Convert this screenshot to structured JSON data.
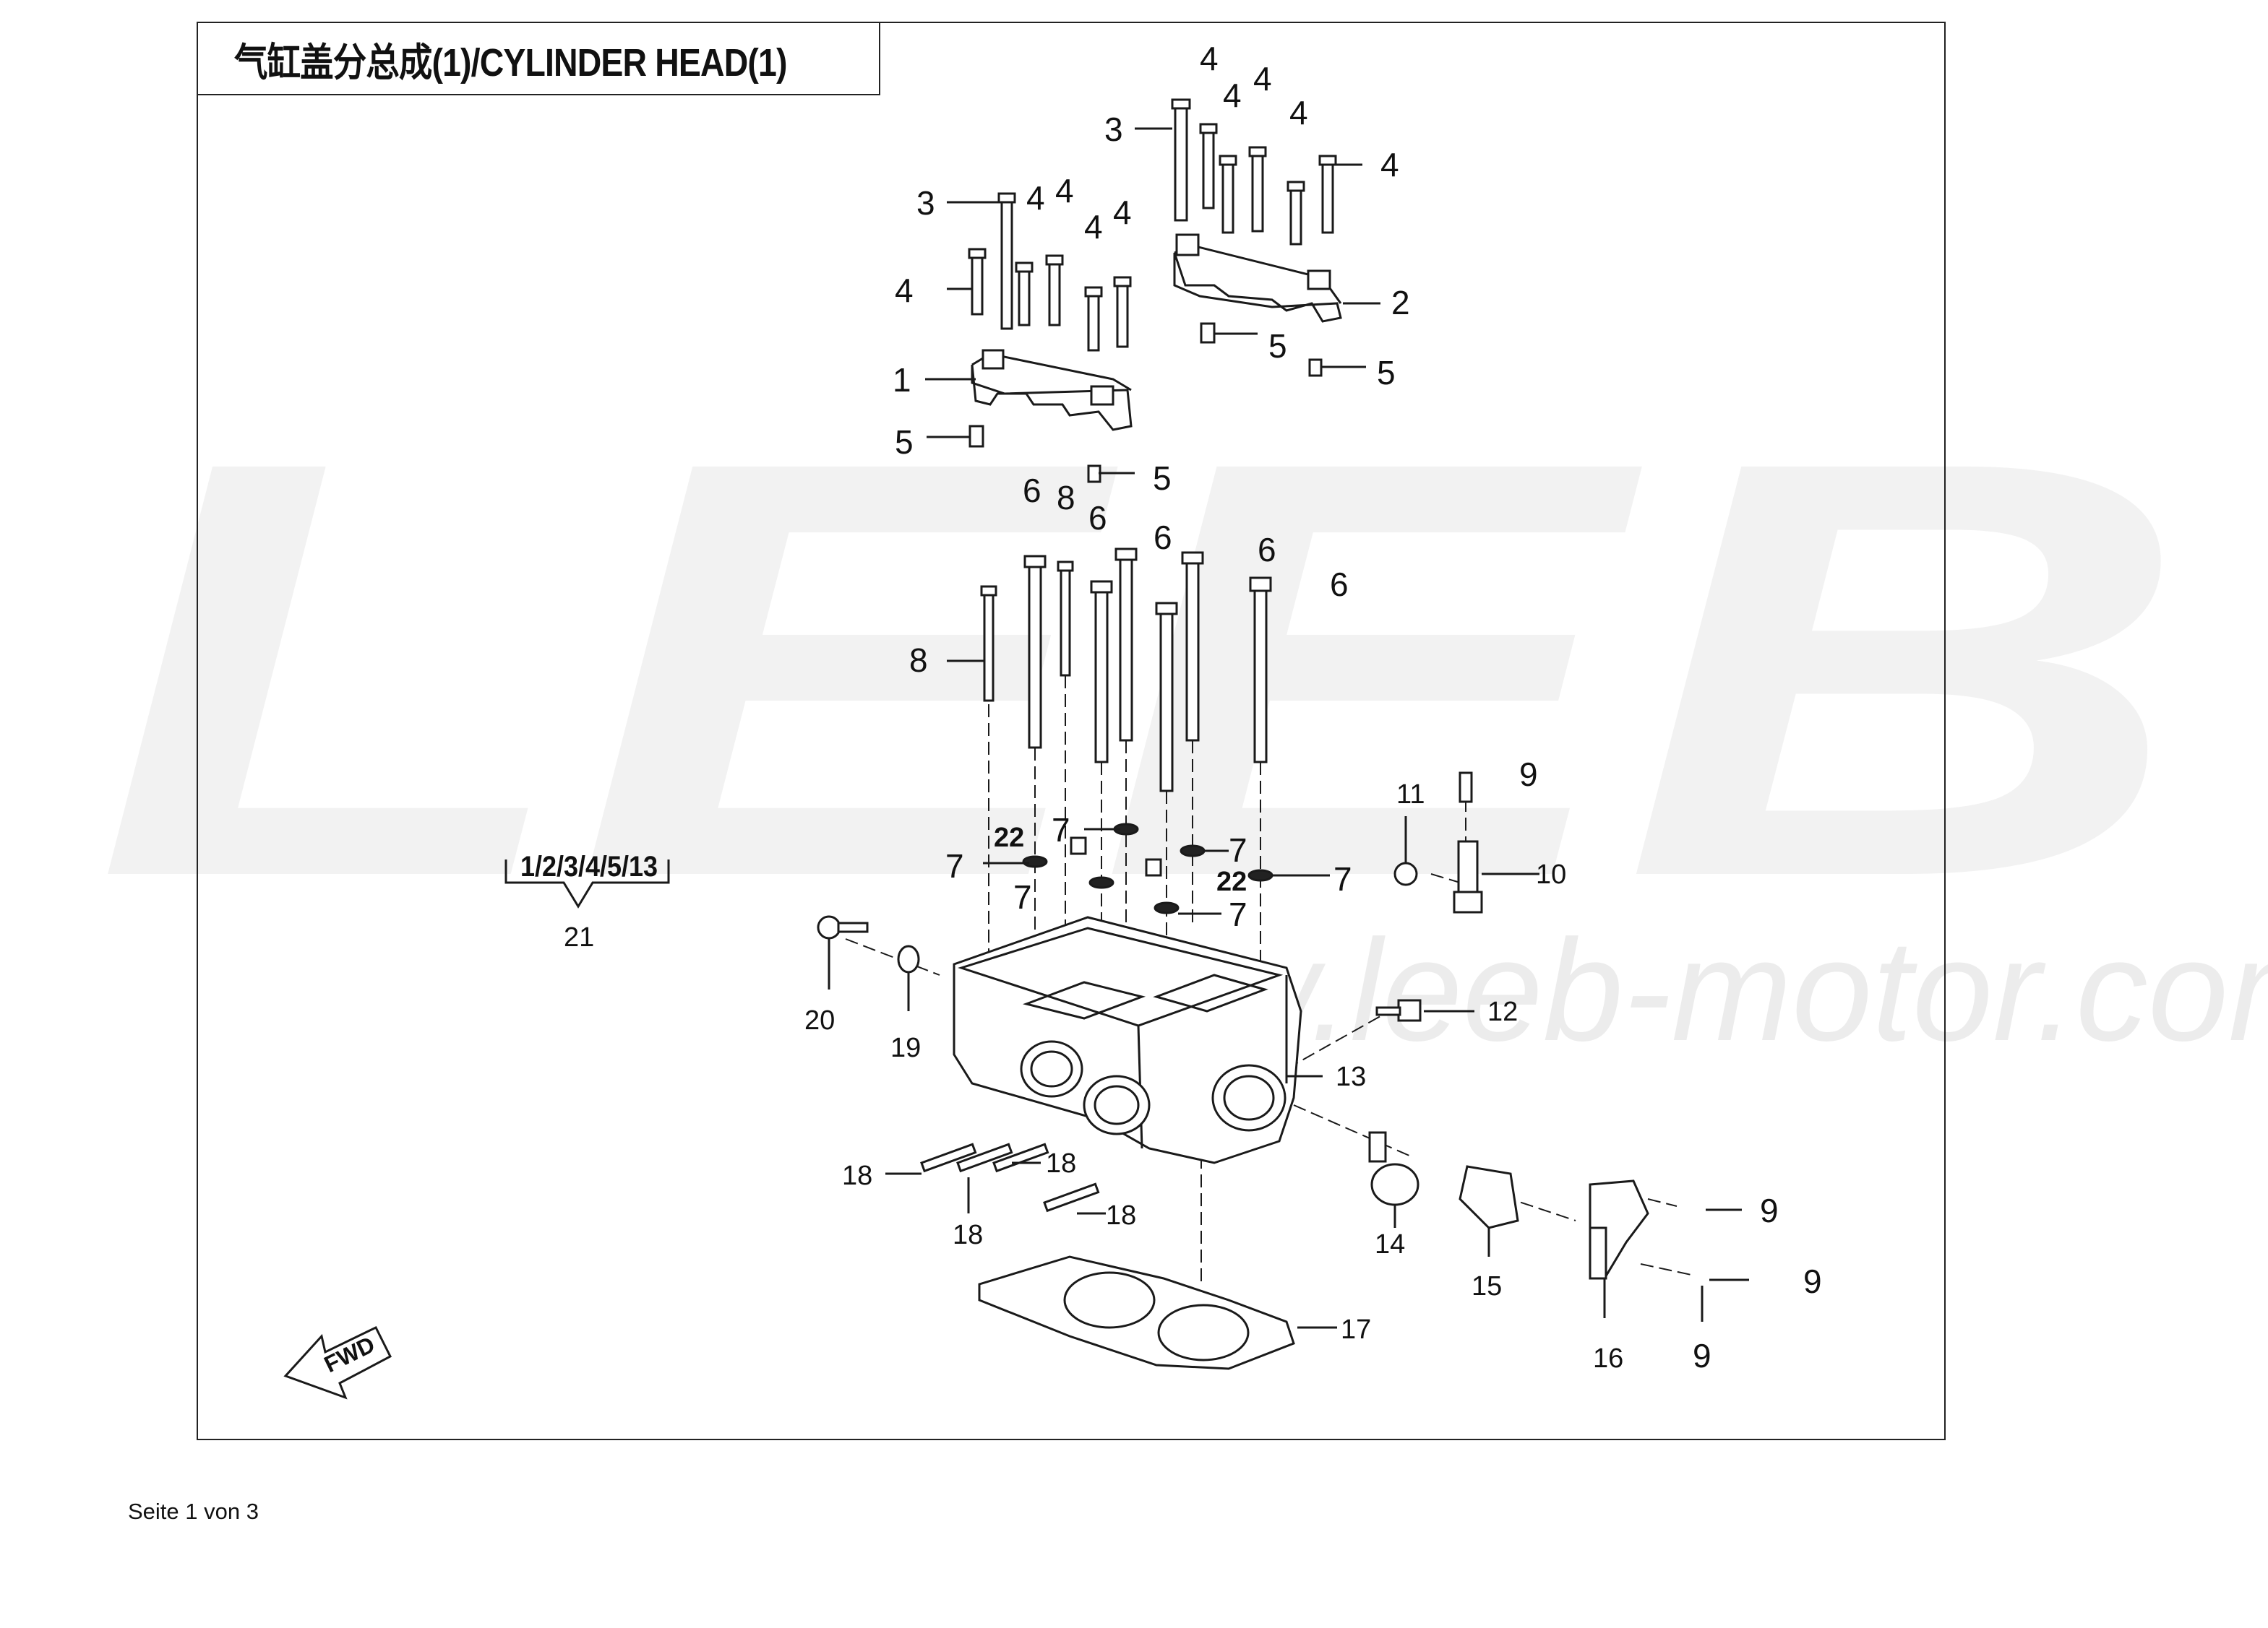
{
  "title": "气缸盖分总成(1)/CYLINDER HEAD(1)",
  "watermark": {
    "brand": "LEEB",
    "url": "www.leeb-motor.com"
  },
  "callouts": {
    "group_label": "1/2/3/4/5/13",
    "group_ref": "21",
    "fwd": "FWD",
    "part_1": "1",
    "part_2": "2",
    "part_3": "3",
    "part_4": "4",
    "part_5": "5",
    "part_6": "6",
    "part_7": "7",
    "part_8": "8",
    "part_9": "9",
    "part_10": "10",
    "part_11": "11",
    "part_12": "12",
    "part_13": "13",
    "part_14": "14",
    "part_15": "15",
    "part_16": "16",
    "part_17": "17",
    "part_18": "18",
    "part_19": "19",
    "part_20": "20",
    "part_22": "22"
  },
  "footer": "Seite 1 von 3",
  "colors": {
    "line": "#1a1a1a",
    "watermark": "#f1f1f1"
  }
}
